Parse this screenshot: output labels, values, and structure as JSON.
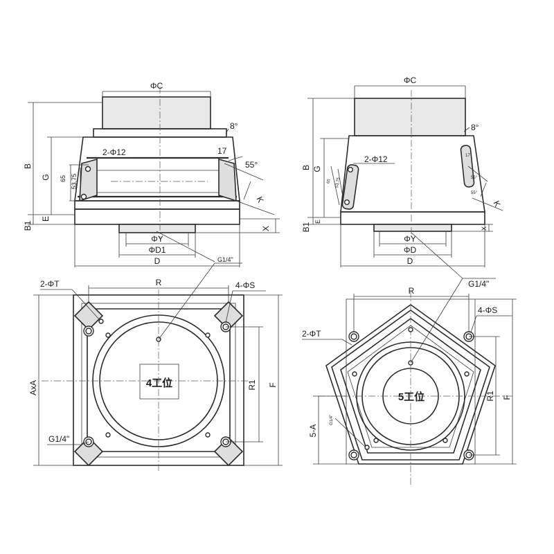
{
  "views": {
    "square_side": {
      "dim_C": "ΦC",
      "dim_B": "B",
      "dim_G": "G",
      "dim_E": "E",
      "dim_B1": "B1",
      "dim_65": "65",
      "dim_5375": "53,75",
      "hole_callout": "2-Φ12",
      "angle_8": "8°",
      "dim_17": "17",
      "angle_55": "55°",
      "dim_K": "K",
      "dim_X": "X",
      "dim_Y": "ΦY",
      "dim_D1": "ΦD1",
      "dim_D": "D",
      "port": "G1/4\""
    },
    "pentagon_side": {
      "dim_C": "ΦC",
      "dim_B": "B",
      "dim_G": "G",
      "dim_E": "E",
      "dim_B1": "B1",
      "dim_65": "65",
      "dim_5375": "53,75",
      "hole_callout": "2-Φ12",
      "angle_8": "8°",
      "dim_17": "17",
      "angle_55a": "55°",
      "angle_55b": "55°",
      "dim_K": "K",
      "dim_X": "X",
      "dim_Y": "ΦY",
      "dim_D": "ΦD",
      "dim_D_lower": "D",
      "port": "G1/4\""
    },
    "square_top": {
      "dim_R": "R",
      "hole_T": "2-ΦT",
      "hole_S": "4-ΦS",
      "dim_AxA": "AxA",
      "dim_R1": "R1",
      "dim_F": "F",
      "port": "G1/4\"",
      "station": "4工位"
    },
    "pentagon_top": {
      "dim_R": "R",
      "hole_T": "2-ΦT",
      "hole_S": "4-ΦS",
      "dim_5A": "5-A",
      "dim_R1": "R1",
      "dim_F": "F",
      "port": "G1/4\"",
      "station": "5工位"
    }
  }
}
